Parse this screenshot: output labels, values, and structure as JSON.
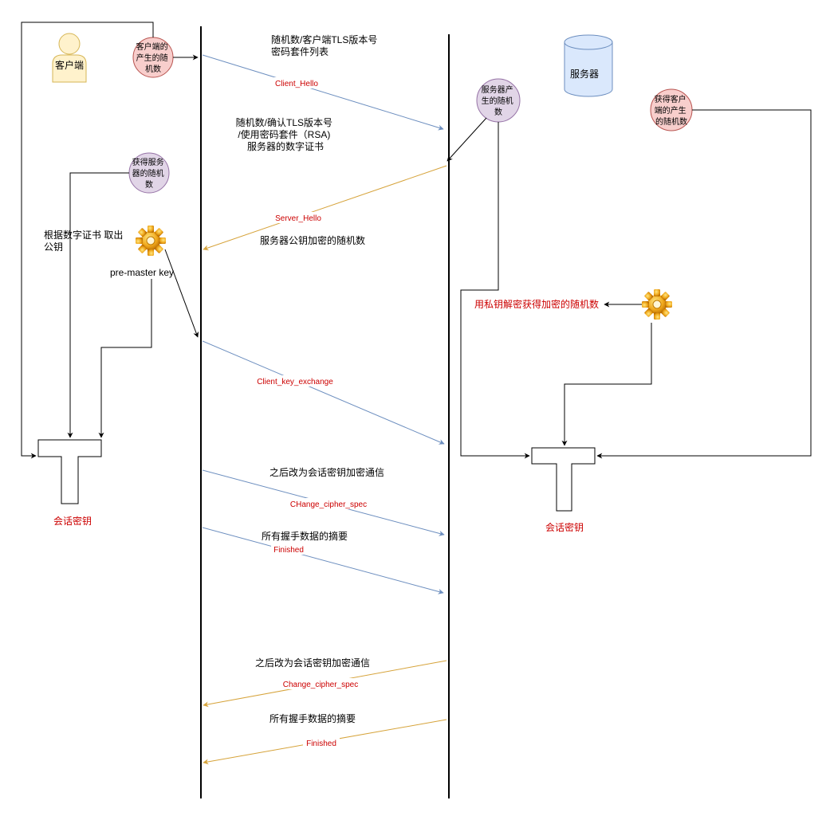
{
  "client": {
    "actor_label": "客户端"
  },
  "server": {
    "db_label": "服务器"
  },
  "bubbles": {
    "client_random": [
      "客户端的",
      "产生的随",
      "机数"
    ],
    "server_random_client_side": [
      "获得服务",
      "器的随机",
      "数"
    ],
    "server_random": [
      "服务器产",
      "生的随机",
      "数"
    ],
    "client_random_server_side": [
      "获得客户",
      "端的产生",
      "的随机数"
    ]
  },
  "notes": {
    "client_hello_desc": [
      "随机数/客户端TLS版本号",
      "密码套件列表"
    ],
    "server_hello_desc": [
      "随机数/确认TLS版本号",
      "/使用密码套件（RSA)",
      "服务器的数字证书"
    ],
    "encrypted_random": "服务器公钥加密的随机数",
    "extract_pubkey": [
      "根据数字证书 取出",
      "公钥"
    ],
    "pre_master_key": "pre-master key",
    "decrypt_random": "用私钥解密获得加密的随机数",
    "switch_encrypt_1": "之后改为会话密钥加密通信",
    "digest_1": "所有握手数据的摘要",
    "switch_encrypt_2": "之后改为会话密钥加密通信",
    "digest_2": "所有握手数据的摘要"
  },
  "messages": {
    "client_hello": "Client_Hello",
    "server_hello": "Server_Hello",
    "client_key_exchange": "Client_key_exchange",
    "change_cipher_spec_1": "CHange_cipher_spec",
    "finished_1": "Finished",
    "change_cipher_spec_2": "Change_cipher_spec",
    "finished_2": "Finished"
  },
  "session_key": {
    "client_label": "会话密钥",
    "server_label": "会话密钥"
  },
  "icons": {
    "client_person": "person-icon",
    "server_db": "database-icon",
    "client_gear": "gear-icon",
    "server_gear": "gear-icon"
  },
  "colors": {
    "client_to_server_arrow": "#6c8ebf",
    "server_to_client_arrow": "#d6a33a",
    "red_text": "#cc0000",
    "bubble_red_fill": "#f8cecc",
    "bubble_red_stroke": "#b85450",
    "bubble_purple_fill": "#e1d5e7",
    "bubble_purple_stroke": "#9673a6",
    "actor_fill": "#fff2cc",
    "actor_stroke": "#d6b656",
    "db_fill": "#dae8fc",
    "db_stroke": "#6c8ebf"
  }
}
